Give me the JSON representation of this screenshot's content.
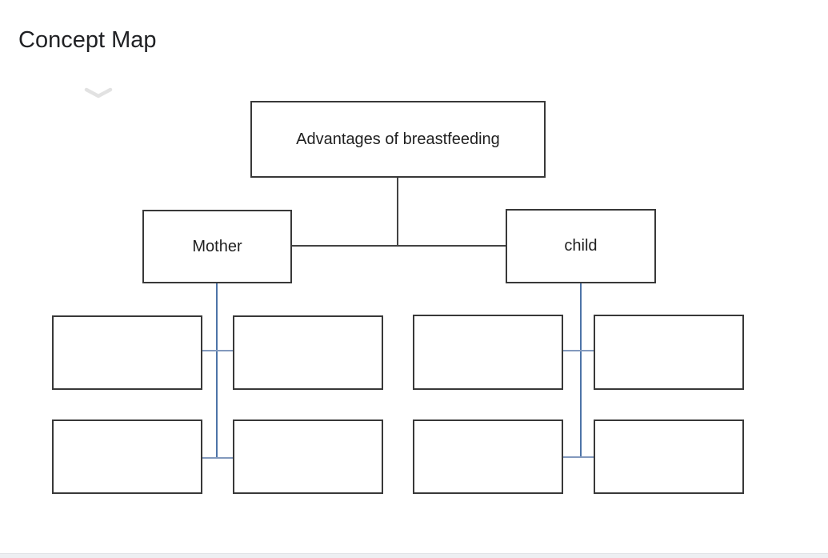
{
  "page": {
    "title": "Concept Map"
  },
  "icons": {
    "chevron": "chevron-down"
  },
  "diagram": {
    "root_label": "Advantages of breastfeeding",
    "branches": [
      {
        "label": "Mother",
        "children": [
          "",
          "",
          "",
          ""
        ]
      },
      {
        "label": "child",
        "children": [
          "",
          "",
          "",
          ""
        ]
      }
    ],
    "colors": {
      "node_border": "#383838",
      "connector_dark": "#434343",
      "connector_blue": "#4d74a8",
      "connector_blue_light": "#8299bd",
      "title_color": "#202124",
      "bottom_bar_bg": "#edeff2"
    }
  }
}
